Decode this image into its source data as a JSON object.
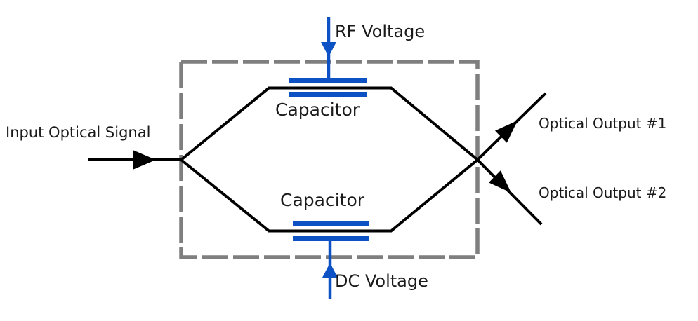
{
  "diagram": {
    "labels": {
      "input": "Input Optical Signal",
      "rf": "RF Voltage",
      "capacitor_top": "Capacitor",
      "capacitor_bottom": "Capacitor",
      "dc": "DC Voltage",
      "output1": "Optical Output #1",
      "output2": "Optical Output #2"
    }
  },
  "colors": {
    "background": "#ffffff",
    "waveguide": "#000000",
    "electrode_blue": "#0d52c4",
    "box_gray": "#7f7f7f",
    "text": "#1a1a1a"
  }
}
